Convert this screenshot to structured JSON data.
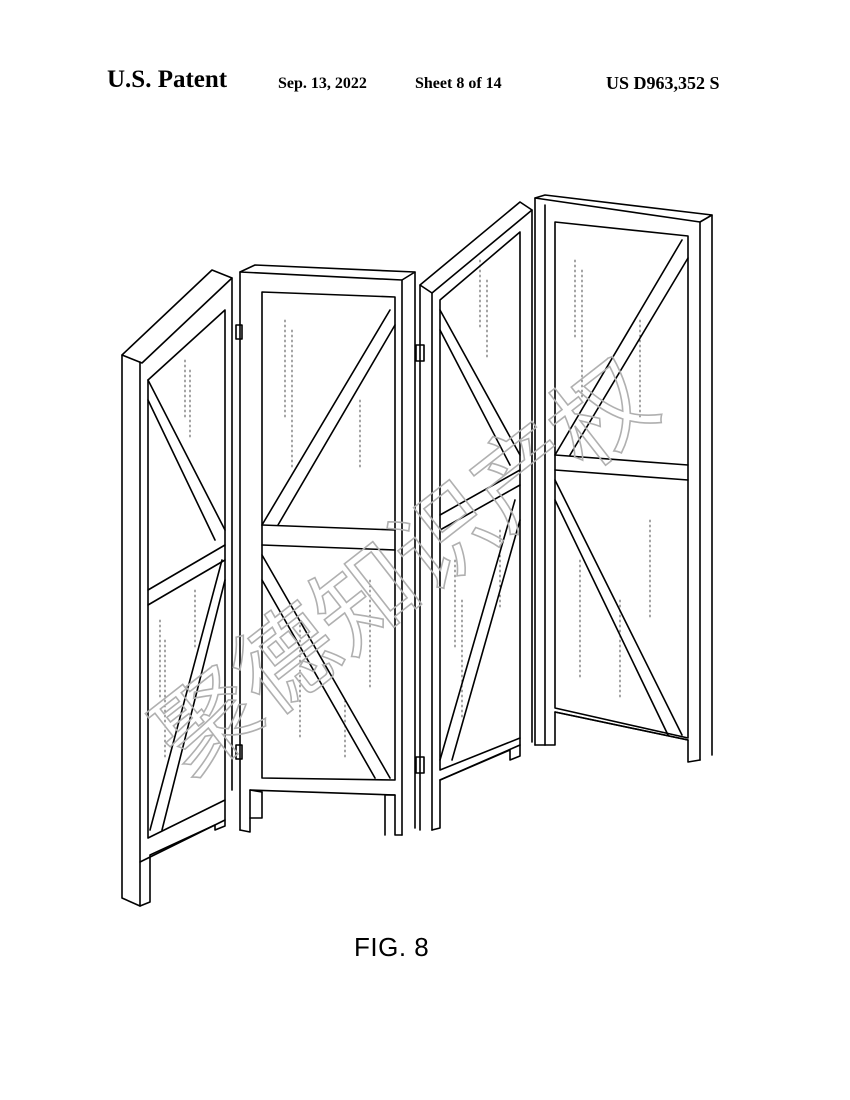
{
  "header": {
    "title": "U.S. Patent",
    "date": "Sep. 13, 2022",
    "sheet": "Sheet 8 of 14",
    "number": "US D963,352 S"
  },
  "figure": {
    "label": "FIG. 8",
    "subject": "four-panel folding room divider with X-brace panels"
  },
  "watermark": {
    "text": "聚德知识产权",
    "color": "#b0b0b0"
  },
  "colors": {
    "ink": "#000000",
    "paper": "#ffffff"
  }
}
